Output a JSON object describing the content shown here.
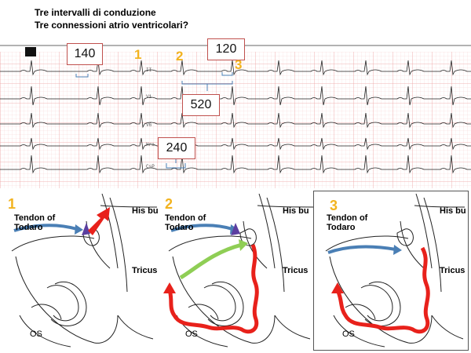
{
  "title": {
    "line1": "Tre intervalli di conduzione",
    "line2": "Tre connessioni atrio ventricolari?"
  },
  "ecg": {
    "lead_labels": [
      "II",
      "V1",
      "V6",
      "Hra",
      "CsP"
    ],
    "intervals": {
      "a": "140",
      "b": "120",
      "c": "520",
      "d": "240"
    },
    "beat_numbers": [
      "1",
      "2",
      "3"
    ]
  },
  "panels": [
    {
      "number": "1",
      "tendon_line1": "Tendon of",
      "tendon_line2": "Todaro",
      "his": "His bu",
      "tricus": "Tricus",
      "os": "OS"
    },
    {
      "number": "2",
      "tendon_line1": "Tendon of",
      "tendon_line2": "Todaro",
      "his": "His bu",
      "tricus": "Tricus",
      "os": "OS"
    },
    {
      "number": "3",
      "tendon_line1": "Tendon of",
      "tendon_line2": "Todaro",
      "his": "His bu",
      "tricus": "Tricus",
      "os": "OS"
    }
  ],
  "colors": {
    "grid": "#f4b8b8",
    "trace": "#222222",
    "box_border": "#c0504d",
    "number": "#f2b31f",
    "arrow_blue": "#4a7fb5",
    "arrow_red": "#e8211b",
    "arrow_green": "#8fce55",
    "triangle": "#5b3fa0"
  }
}
